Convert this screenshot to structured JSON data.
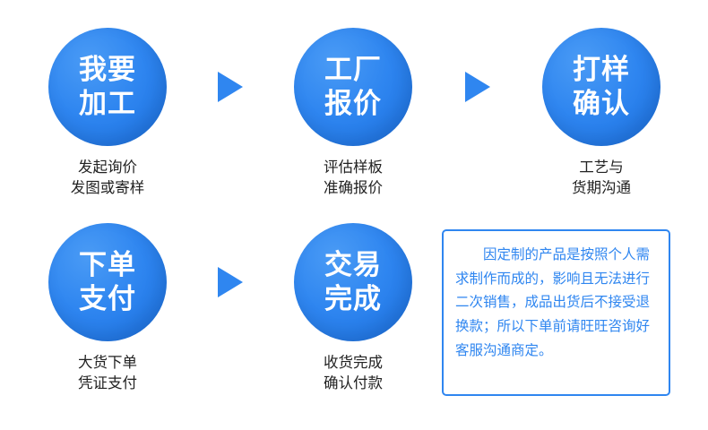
{
  "diagram": {
    "type": "process-flow",
    "accent_color": "#2f86f0",
    "text_color": "#222222",
    "steps": [
      {
        "id": "inquiry",
        "circle_lines": [
          "我要",
          "加工"
        ],
        "caption_lines": [
          "发起询价",
          "发图或寄样"
        ]
      },
      {
        "id": "quote",
        "circle_lines": [
          "工厂",
          "报价"
        ],
        "caption_lines": [
          "评估样板",
          "准确报价"
        ]
      },
      {
        "id": "sample-confirm",
        "circle_lines": [
          "打样",
          "确认"
        ],
        "caption_lines": [
          "工艺与",
          "货期沟通"
        ]
      },
      {
        "id": "order-pay",
        "circle_lines": [
          "下单",
          "支付"
        ],
        "caption_lines": [
          "大货下单",
          "凭证支付"
        ]
      },
      {
        "id": "deal-done",
        "circle_lines": [
          "交易",
          "完成"
        ],
        "caption_lines": [
          "收货完成",
          "确认付款"
        ]
      }
    ],
    "arrows": [
      {
        "id": "arrow-1",
        "from": "inquiry",
        "to": "quote"
      },
      {
        "id": "arrow-2",
        "from": "quote",
        "to": "sample-confirm"
      },
      {
        "id": "arrow-3",
        "from": "order-pay",
        "to": "deal-done"
      }
    ],
    "note": {
      "text": "因定制的产品是按照个人需求制作而成的，影响且无法进行二次销售，成品出货后不接受退换款；所以下单前请旺旺咨询好客服沟通商定。"
    }
  }
}
